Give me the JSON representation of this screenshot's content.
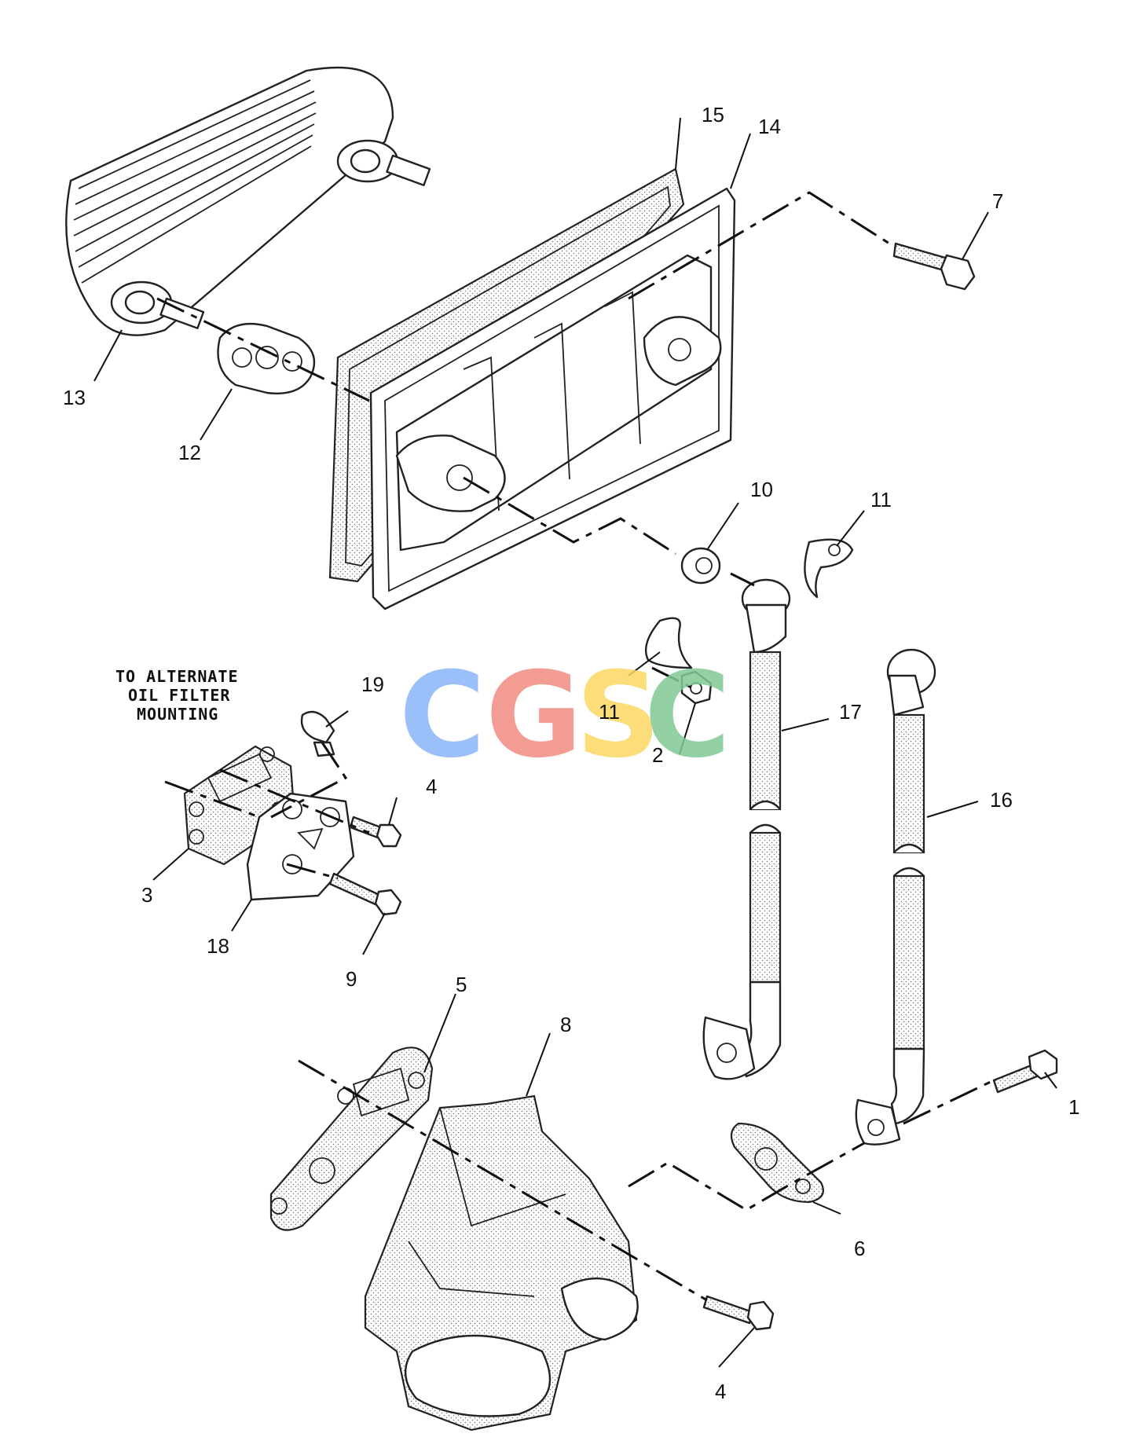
{
  "note": {
    "lines": [
      "TO ALTERNATE",
      "OIL FILTER",
      "MOUNTING"
    ]
  },
  "watermark": {
    "letters": [
      "C",
      "G",
      "S",
      "C"
    ],
    "colors": [
      "#8ab4f8",
      "#f28b82",
      "#fdd663",
      "#81c995"
    ]
  },
  "callouts": {
    "c1": "1",
    "c2": "2",
    "c3": "3",
    "c4a": "4",
    "c4b": "4",
    "c5": "5",
    "c6": "6",
    "c7": "7",
    "c8": "8",
    "c9": "9",
    "c10": "10",
    "c11a": "11",
    "c11b": "11",
    "c12": "12",
    "c13": "13",
    "c14": "14",
    "c15": "15",
    "c16": "16",
    "c17": "17",
    "c18": "18",
    "c19": "19"
  },
  "parts": {
    "oil_cooler_core": "13",
    "cooler_gasket": "12",
    "cover_gasket": "15",
    "cooler_cover": "14",
    "bolt_top": "7",
    "seal_ring": "10",
    "clip_top": "11",
    "clip_mid": "11",
    "nut": "2",
    "tube_a": "17",
    "tube_b": "16",
    "adapter_gasket": "3",
    "filter_adapter": "18",
    "elbow_fitting": "19",
    "adapter_bolt_short": "4",
    "adapter_bolt_long": "9",
    "base_gasket": "5",
    "filter_base": "8",
    "tube_flange_gasket": "6",
    "bolt_tube": "1",
    "base_bolt": "4"
  }
}
